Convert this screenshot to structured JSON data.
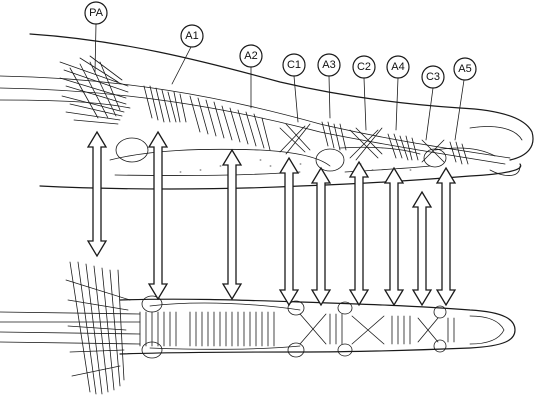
{
  "labels": [
    {
      "id": "PA",
      "text": "PA"
    },
    {
      "id": "A1",
      "text": "A1"
    },
    {
      "id": "A2",
      "text": "A2"
    },
    {
      "id": "C1",
      "text": "C1"
    },
    {
      "id": "A3",
      "text": "A3"
    },
    {
      "id": "C2",
      "text": "C2"
    },
    {
      "id": "A4",
      "text": "A4"
    },
    {
      "id": "C3",
      "text": "C3"
    },
    {
      "id": "A5",
      "text": "A5"
    }
  ],
  "colors": {
    "ink": "#1a1a1a",
    "background": "#ffffff"
  }
}
